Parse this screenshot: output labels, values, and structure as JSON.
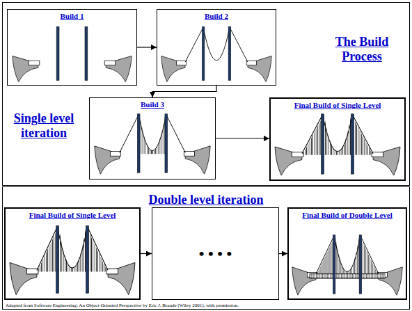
{
  "diagram": {
    "caption": "Adapted from Software Engineering: An Object-Oriented Perspective by Eric J. Braude (Wiley 2001), with permission.",
    "nodes": [
      {
        "text": [
          "The Build Process",
          "Single level iteration"
        ]
      },
      {
        "text": [
          "Build 1"
        ],
        "in": 0
      },
      {
        "text": [
          "Build 2"
        ],
        "in": 0
      },
      {
        "text": [
          "Build 3"
        ],
        "in": 0
      },
      {
        "text": [
          "Final Build of Single Level"
        ],
        "in": 0
      },
      {
        "text": [
          "Double level iteration"
        ]
      },
      {
        "text": [
          "Final Build of Single Level"
        ],
        "in": 5
      },
      {
        "text": [
          "• • • •"
        ],
        "in": 5
      },
      {
        "text": [
          "Final Build of Double Level"
        ],
        "in": 5
      }
    ],
    "edges": [
      {
        "from": 1,
        "to": 2,
        "arrow": "to"
      },
      {
        "from": 2,
        "to": 3,
        "arrow": "to"
      },
      {
        "from": 3,
        "to": 4,
        "arrow": "to"
      },
      {
        "from": 6,
        "to": 7,
        "arrow": "to"
      },
      {
        "from": 7,
        "to": 8,
        "arrow": "to"
      }
    ]
  }
}
